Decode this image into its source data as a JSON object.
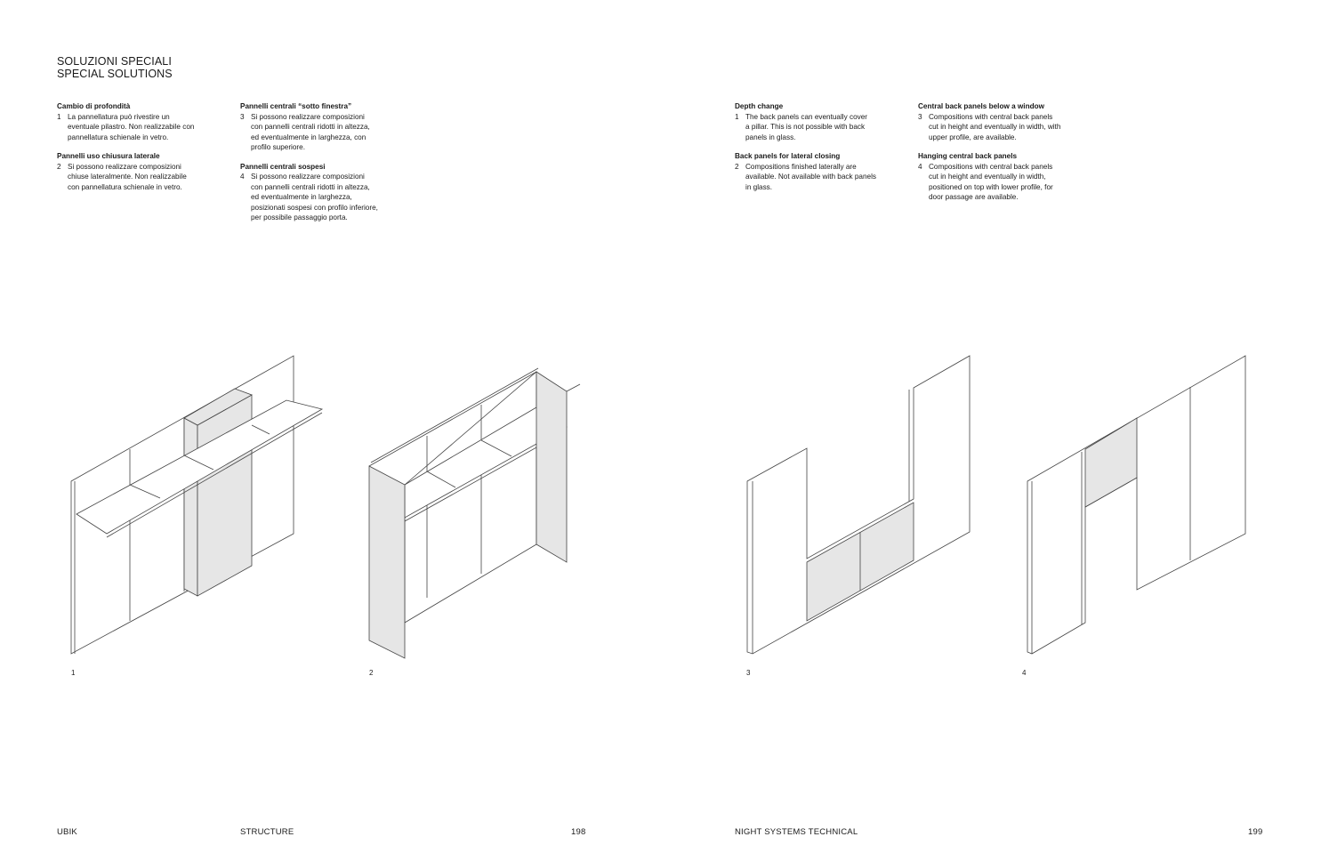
{
  "title": {
    "it": "SOLUZIONI SPECIALI",
    "en": "SPECIAL SOLUTIONS"
  },
  "italian": {
    "col1": [
      {
        "heading": "Cambio di profondità",
        "num": "1",
        "lines": [
          "La pannellatura può rivestire un",
          "eventuale pilastro. Non realizzabile con",
          "pannellatura schienale in vetro."
        ]
      },
      {
        "heading": "Pannelli uso chiusura laterale",
        "num": "2",
        "lines": [
          "Si possono realizzare composizioni",
          "chiuse lateralmente. Non realizzabile",
          "con pannellatura schienale in vetro."
        ]
      }
    ],
    "col2": [
      {
        "heading": "Pannelli centrali “sotto finestra”",
        "num": "3",
        "lines": [
          "Si possono realizzare composizioni",
          "con pannelli centrali ridotti in altezza,",
          "ed eventualmente in larghezza, con",
          "profilo superiore."
        ]
      },
      {
        "heading": "Pannelli centrali sospesi",
        "num": "4",
        "lines": [
          "Si possono realizzare composizioni",
          "con pannelli centrali ridotti in altezza,",
          "ed eventualmente in larghezza,",
          "posizionati sospesi con profilo inferiore,",
          "per possibile passaggio porta."
        ]
      }
    ]
  },
  "english": {
    "col1": [
      {
        "heading": "Depth change",
        "num": "1",
        "lines": [
          "The back panels can eventually cover",
          "a pillar. This is not possible with back",
          "panels in glass."
        ]
      },
      {
        "heading": "Back panels for lateral closing",
        "num": "2",
        "lines": [
          "Compositions finished laterally are",
          "available. Not available with back panels",
          "in glass."
        ]
      }
    ],
    "col2": [
      {
        "heading": "Central back panels below a window",
        "num": "3",
        "lines": [
          "Compositions with central back panels",
          "cut in height and eventually in width, with",
          "upper profile, are available."
        ]
      },
      {
        "heading": "Hanging central back panels",
        "num": "4",
        "lines": [
          "Compositions with central back panels",
          "cut in height and eventually in width,",
          "positioned on top with lower profile, for",
          "door passage are available."
        ]
      }
    ]
  },
  "figures": [
    "1",
    "2",
    "3",
    "4"
  ],
  "footer": {
    "brand": "UBIK",
    "section": "STRUCTURE",
    "page_left": "198",
    "category": "NIGHT SYSTEMS TECHNICAL",
    "page_right": "199"
  }
}
